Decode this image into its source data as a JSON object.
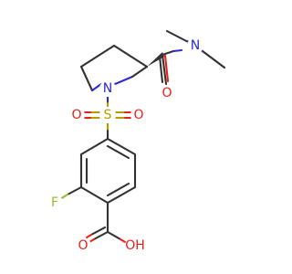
{
  "molecule": {
    "atoms": {
      "N_ring": "N",
      "N_amide": "N",
      "O_carbonyl": "O",
      "S": "S",
      "O_sulfonyl_left": "O",
      "O_sulfonyl_right": "O",
      "F": "F",
      "O_carbonyl_acid": "O",
      "OH": "OH"
    },
    "colors": {
      "carbon_bond": "#333333",
      "oxygen": "#e8211a",
      "nitrogen": "#2b2bd0",
      "sulfur": "#b59a00",
      "fluorine": "#8fbf2f"
    }
  }
}
